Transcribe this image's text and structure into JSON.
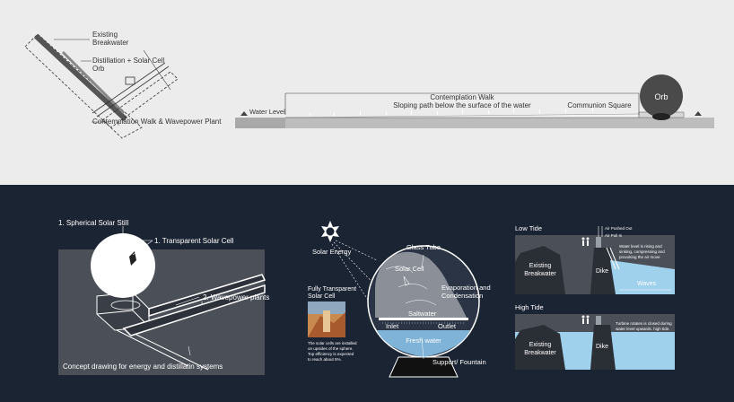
{
  "plan": {
    "labels": [
      "Existing Breakwater",
      "Distillation + Solar Cell",
      "Orb",
      "Contemplation Walk & Wavepower Plant"
    ]
  },
  "section": {
    "water_level": "Water Level",
    "walk_title": "Contemplation Walk",
    "walk_sub": "Sloping path below the surface of the water",
    "communion": "Communion Square",
    "orb": "Orb"
  },
  "concept": {
    "still": "1. Spherical Solar Still",
    "transparent_cell": "1. Transparent Solar Cell",
    "wavepower": "2. Wavepower plants",
    "caption": "Concept drawing for energy and distillatin systems"
  },
  "still_diagram": {
    "solar_energy": "Solar Energy",
    "glass_tube": "Glass Tube",
    "solar_cell": "Solar Cell",
    "evaporation": "Evaporation and",
    "condensation": "Condensation",
    "saltwater": "Saltwater",
    "inlet": "Inlet",
    "outlet": "Outlet",
    "fresh_water": "Fresh water",
    "support": "Support/ Fountain",
    "inset_title_1": "Fully Transparent",
    "inset_title_2": "Solar Cell",
    "inset_note_1": "The solar cells are installed",
    "inset_note_2": "on upsides of the sphere.",
    "inset_note_3": "Top efficiency is expected",
    "inset_note_4": "to reach about 5%."
  },
  "tides": {
    "low_tide": "Low Tide",
    "high_tide": "High Tide",
    "air_out": "Air Pushed Out",
    "air_in": "Air Pull In",
    "low_note_1": "Water level is rising and",
    "low_note_2": "sinking, compressing and",
    "low_note_3": "provoking the air move",
    "high_note_1": "Turbine rotates is closed during",
    "high_note_2": "water level upwards. high tide.",
    "breakwater_1": "Existing",
    "breakwater_2": "Breakwater",
    "dike": "Dike",
    "waves": "Waves"
  },
  "colors": {
    "top_bg": "#ececec",
    "bottom_bg": "#1b2433",
    "water": "#9fd0ec",
    "panel": "#4a4f58"
  }
}
